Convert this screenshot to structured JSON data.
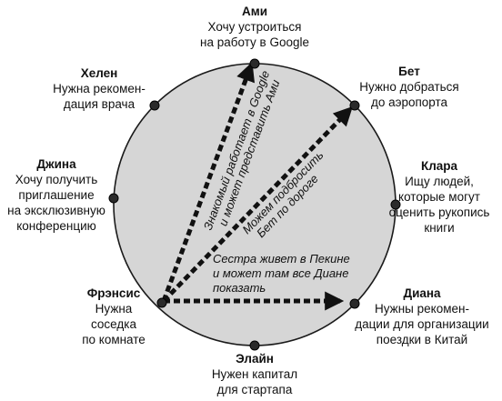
{
  "colors": {
    "circle_fill": "#d6d6d6",
    "circle_stroke": "#1a1a1a",
    "arrow": "#111111",
    "dot": "#2a2a2a"
  },
  "nodes": {
    "ami": {
      "name": "Ами",
      "need": "Хочу устроиться\nна работу в Google"
    },
    "bet": {
      "name": "Бет",
      "need": "Нужно добраться\nдо аэропорта"
    },
    "klara": {
      "name": "Клара",
      "need": "Ищу людей,\nкоторые могут\nоценить рукопись\nкниги"
    },
    "diana": {
      "name": "Диана",
      "need": "Нужны рекомен-\nдации для организации\nпоездки в Китай"
    },
    "elain": {
      "name": "Элайн",
      "need": "Нужен капитал\nдля стартапа"
    },
    "frensis": {
      "name": "Фрэнсис",
      "need": "Нужна\nсоседка\nпо комнате"
    },
    "dzhina": {
      "name": "Джина",
      "need": "Хочу получить\nприглашение\nна эксклюзивную\nконференцию"
    },
    "helen": {
      "name": "Хелен",
      "need": "Нужна рекомен-\nдация врача"
    }
  },
  "arrows": {
    "to_ami": {
      "line1": "Знакомый работает в Google",
      "line2": "и может представить Ами"
    },
    "to_bet": {
      "line1": "Можем подбросить",
      "line2": "Бет по дороге"
    },
    "to_diana": {
      "line1": "Сестра живет в Пекине",
      "line2": "и может там все Диане",
      "line3": "показать"
    }
  }
}
